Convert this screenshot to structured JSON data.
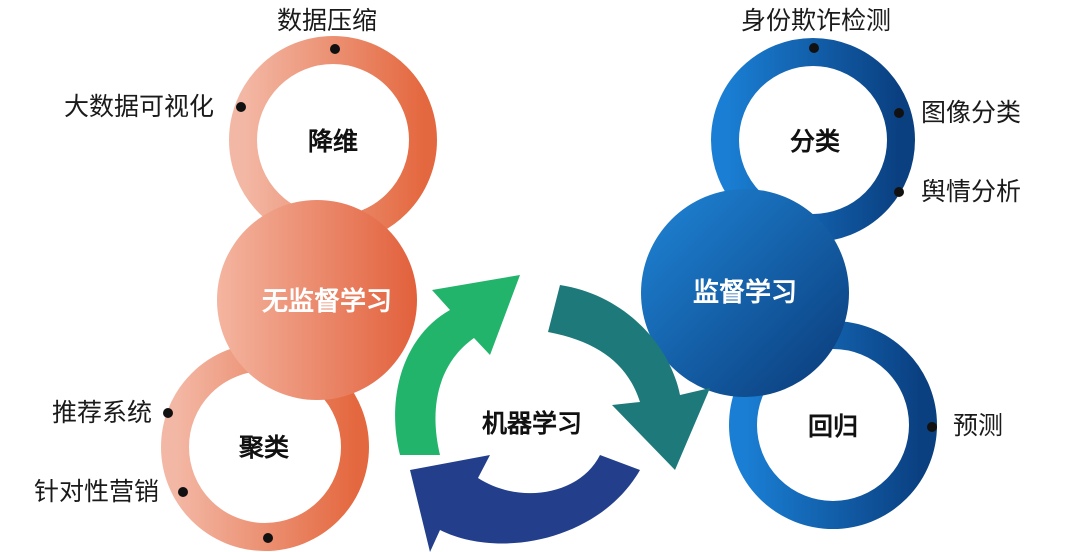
{
  "diagram": {
    "center": {
      "label": "机器学习"
    },
    "unsupervised": {
      "label": "无监督学习",
      "color_light": "#f3b6a3",
      "color_dark": "#e0603e",
      "branches": [
        {
          "label": "降维",
          "items": [
            "数据压缩",
            "大数据可视化"
          ]
        },
        {
          "label": "聚类",
          "items": [
            "推荐系统",
            "针对性营销"
          ]
        }
      ]
    },
    "supervised": {
      "label": "监督学习",
      "color_light": "#1e78c9",
      "color_dark": "#0b3f7f",
      "branches": [
        {
          "label": "分类",
          "items": [
            "身份欺诈检测",
            "图像分类",
            "舆情分析"
          ]
        },
        {
          "label": "回归",
          "items": [
            "预测"
          ]
        }
      ]
    },
    "cycle_colors": {
      "green": "#22b46a",
      "teal": "#1e7a7a",
      "navy": "#1f3f8a"
    }
  }
}
